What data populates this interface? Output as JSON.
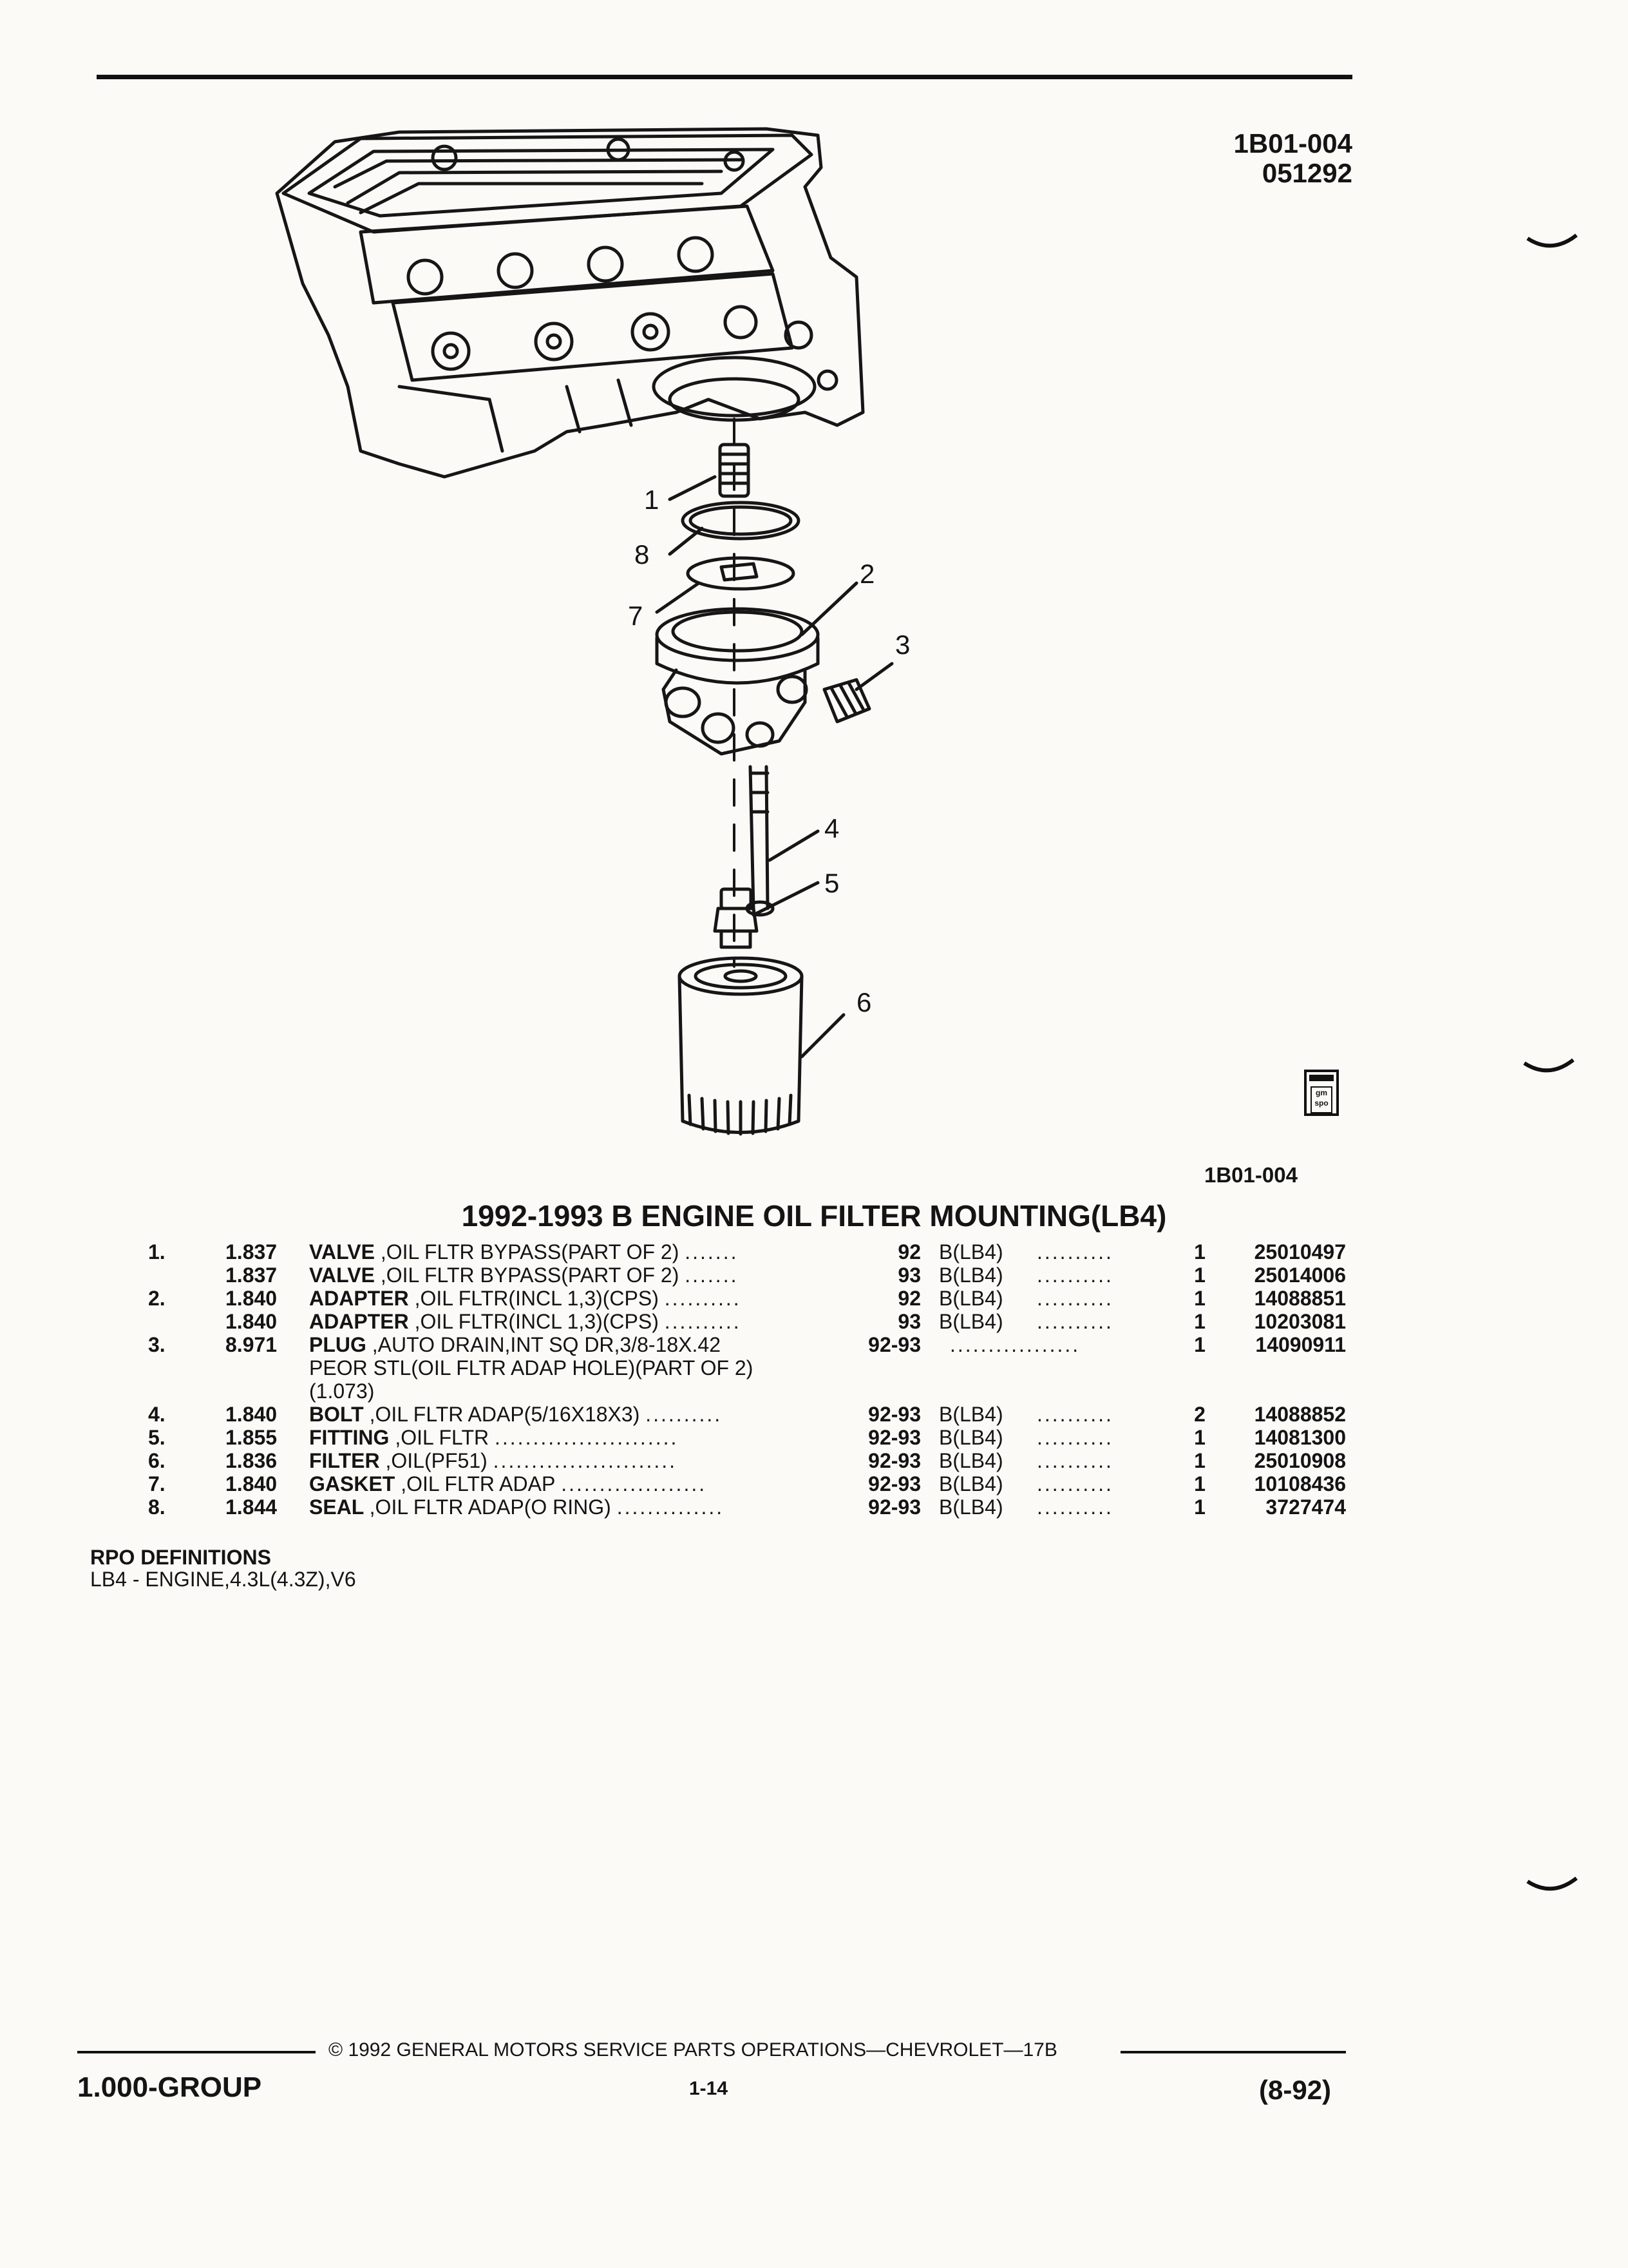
{
  "header": {
    "code": "1B01-004",
    "date_code": "051292"
  },
  "illustration": {
    "callouts": [
      "1",
      "8",
      "7",
      "2",
      "3",
      "4",
      "5",
      "6"
    ],
    "logo_text": "gm spo"
  },
  "ref_code": "1B01-004",
  "title": "1992-1993 B ENGINE OIL FILTER MOUNTING(LB4)",
  "parts": [
    {
      "item": "1.",
      "ref": "1.837",
      "name": "VALVE",
      "desc": ",OIL FLTR BYPASS(PART OF 2)",
      "dots": ".......",
      "year": "92",
      "model": "B(LB4)",
      "dots2": "..........",
      "qty": "1",
      "part": "25010497"
    },
    {
      "item": "",
      "ref": "1.837",
      "name": "VALVE",
      "desc": ",OIL FLTR BYPASS(PART OF 2)",
      "dots": ".......",
      "year": "93",
      "model": "B(LB4)",
      "dots2": "..........",
      "qty": "1",
      "part": "25014006"
    },
    {
      "item": "2.",
      "ref": "1.840",
      "name": "ADAPTER",
      "desc": ",OIL FLTR(INCL 1,3)(CPS)",
      "dots": "..........",
      "year": "92",
      "model": "B(LB4)",
      "dots2": "..........",
      "qty": "1",
      "part": "14088851"
    },
    {
      "item": "",
      "ref": "1.840",
      "name": "ADAPTER",
      "desc": ",OIL FLTR(INCL 1,3)(CPS)",
      "dots": "..........",
      "year": "93",
      "model": "B(LB4)",
      "dots2": "..........",
      "qty": "1",
      "part": "10203081"
    },
    {
      "item": "3.",
      "ref": "8.971",
      "name": "PLUG",
      "desc": ",AUTO DRAIN,INT SQ DR,3/8-18X.42",
      "dots": "",
      "year": "92-93",
      "model": "",
      "dots2": ".................",
      "qty": "1",
      "part": "14090911"
    },
    {
      "item": "",
      "ref": "",
      "name": "",
      "desc": "PEOR STL(OIL FLTR ADAP HOLE)(PART OF 2)",
      "dots": "",
      "year": "",
      "model": "",
      "dots2": "",
      "qty": "",
      "part": ""
    },
    {
      "item": "",
      "ref": "",
      "name": "",
      "desc": "(1.073)",
      "dots": "",
      "year": "",
      "model": "",
      "dots2": "",
      "qty": "",
      "part": ""
    },
    {
      "item": "4.",
      "ref": "1.840",
      "name": "BOLT",
      "desc": ",OIL FLTR ADAP(5/16X18X3)",
      "dots": "..........",
      "year": "92-93",
      "model": "B(LB4)",
      "dots2": "..........",
      "qty": "2",
      "part": "14088852"
    },
    {
      "item": "5.",
      "ref": "1.855",
      "name": "FITTING",
      "desc": ",OIL FLTR",
      "dots": "........................",
      "year": "92-93",
      "model": "B(LB4)",
      "dots2": "..........",
      "qty": "1",
      "part": "14081300"
    },
    {
      "item": "6.",
      "ref": "1.836",
      "name": "FILTER",
      "desc": ",OIL(PF51)",
      "dots": "........................",
      "year": "92-93",
      "model": "B(LB4)",
      "dots2": "..........",
      "qty": "1",
      "part": "25010908"
    },
    {
      "item": "7.",
      "ref": "1.840",
      "name": "GASKET",
      "desc": ",OIL FLTR ADAP",
      "dots": "...................",
      "year": "92-93",
      "model": "B(LB4)",
      "dots2": "..........",
      "qty": "1",
      "part": "10108436"
    },
    {
      "item": "8.",
      "ref": "1.844",
      "name": "SEAL",
      "desc": ",OIL FLTR ADAP(O RING)",
      "dots": "..............",
      "year": "92-93",
      "model": "B(LB4)",
      "dots2": "..........",
      "qty": "1",
      "part": "3727474"
    }
  ],
  "rpo": {
    "heading": "RPO DEFINITIONS",
    "definition": "LB4 - ENGINE,4.3L(4.3Z),V6"
  },
  "footer": {
    "copyright": "© 1992 GENERAL MOTORS SERVICE PARTS OPERATIONS—CHEVROLET—17B",
    "group": "1.000-GROUP",
    "page": "1-14",
    "date": "(8-92)"
  }
}
